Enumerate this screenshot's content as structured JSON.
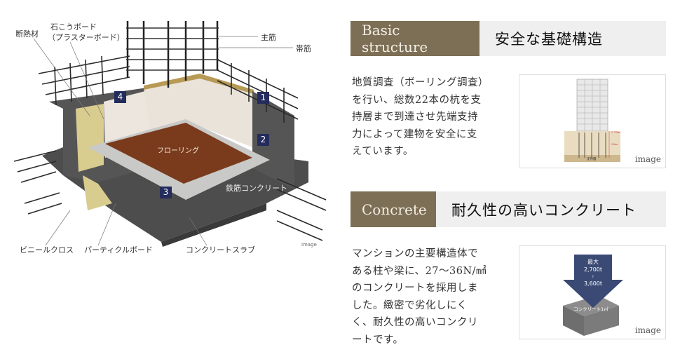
{
  "diagram": {
    "labels": {
      "insulation": "断熱材",
      "gypsum_board": "石こうボード",
      "plaster_board": "（プラスターボード）",
      "main_rebar": "主筋",
      "hoop_rebar": "帯筋",
      "flooring": "フローリング",
      "reinforced_concrete": "鉄筋コンクリート",
      "vinyl_cloth": "ビニールクロス",
      "particle_board": "パーティクルボード",
      "concrete_slab": "コンクリートスラブ"
    },
    "markers": [
      "1",
      "2",
      "3",
      "4"
    ],
    "image_tag": "image",
    "colors": {
      "marker": "#232c5c",
      "floor": "#7a3b1c",
      "concrete": "#555555",
      "insulation": "#d8cc8e"
    }
  },
  "sections": [
    {
      "en_title": "Basic structure",
      "jp_title": "安全な基礎構造",
      "body_lines": [
        "地質調査（ボーリング調査）",
        "を行い、総数22本の杭を支",
        "持層まで到達させ先端支持",
        "力によって建物を安全に支",
        "えています。"
      ],
      "image": {
        "ground_label": "支持層",
        "depth_label": "29m",
        "top_label": "2.75m",
        "tag": "image"
      }
    },
    {
      "en_title": "Concrete",
      "jp_title": "耐久性の高いコンクリート",
      "body_lines": [
        "マンションの主要構造体で",
        "ある柱や梁に、27〜36N/㎟",
        "のコンクリートを採用しま",
        "した。緻密で劣化しにく",
        "く、耐久性の高いコンクリ",
        "ートです。"
      ],
      "image": {
        "arrow_line1": "最大",
        "arrow_line2": "2,700t",
        "arrow_line3": "≀",
        "arrow_line4": "3,600t",
        "block_label": "コンクリート1㎥",
        "tag": "image"
      }
    }
  ],
  "colors": {
    "header_accent": "#7d6f55",
    "header_bg": "#efefef",
    "arrow": "#3a4a74"
  }
}
